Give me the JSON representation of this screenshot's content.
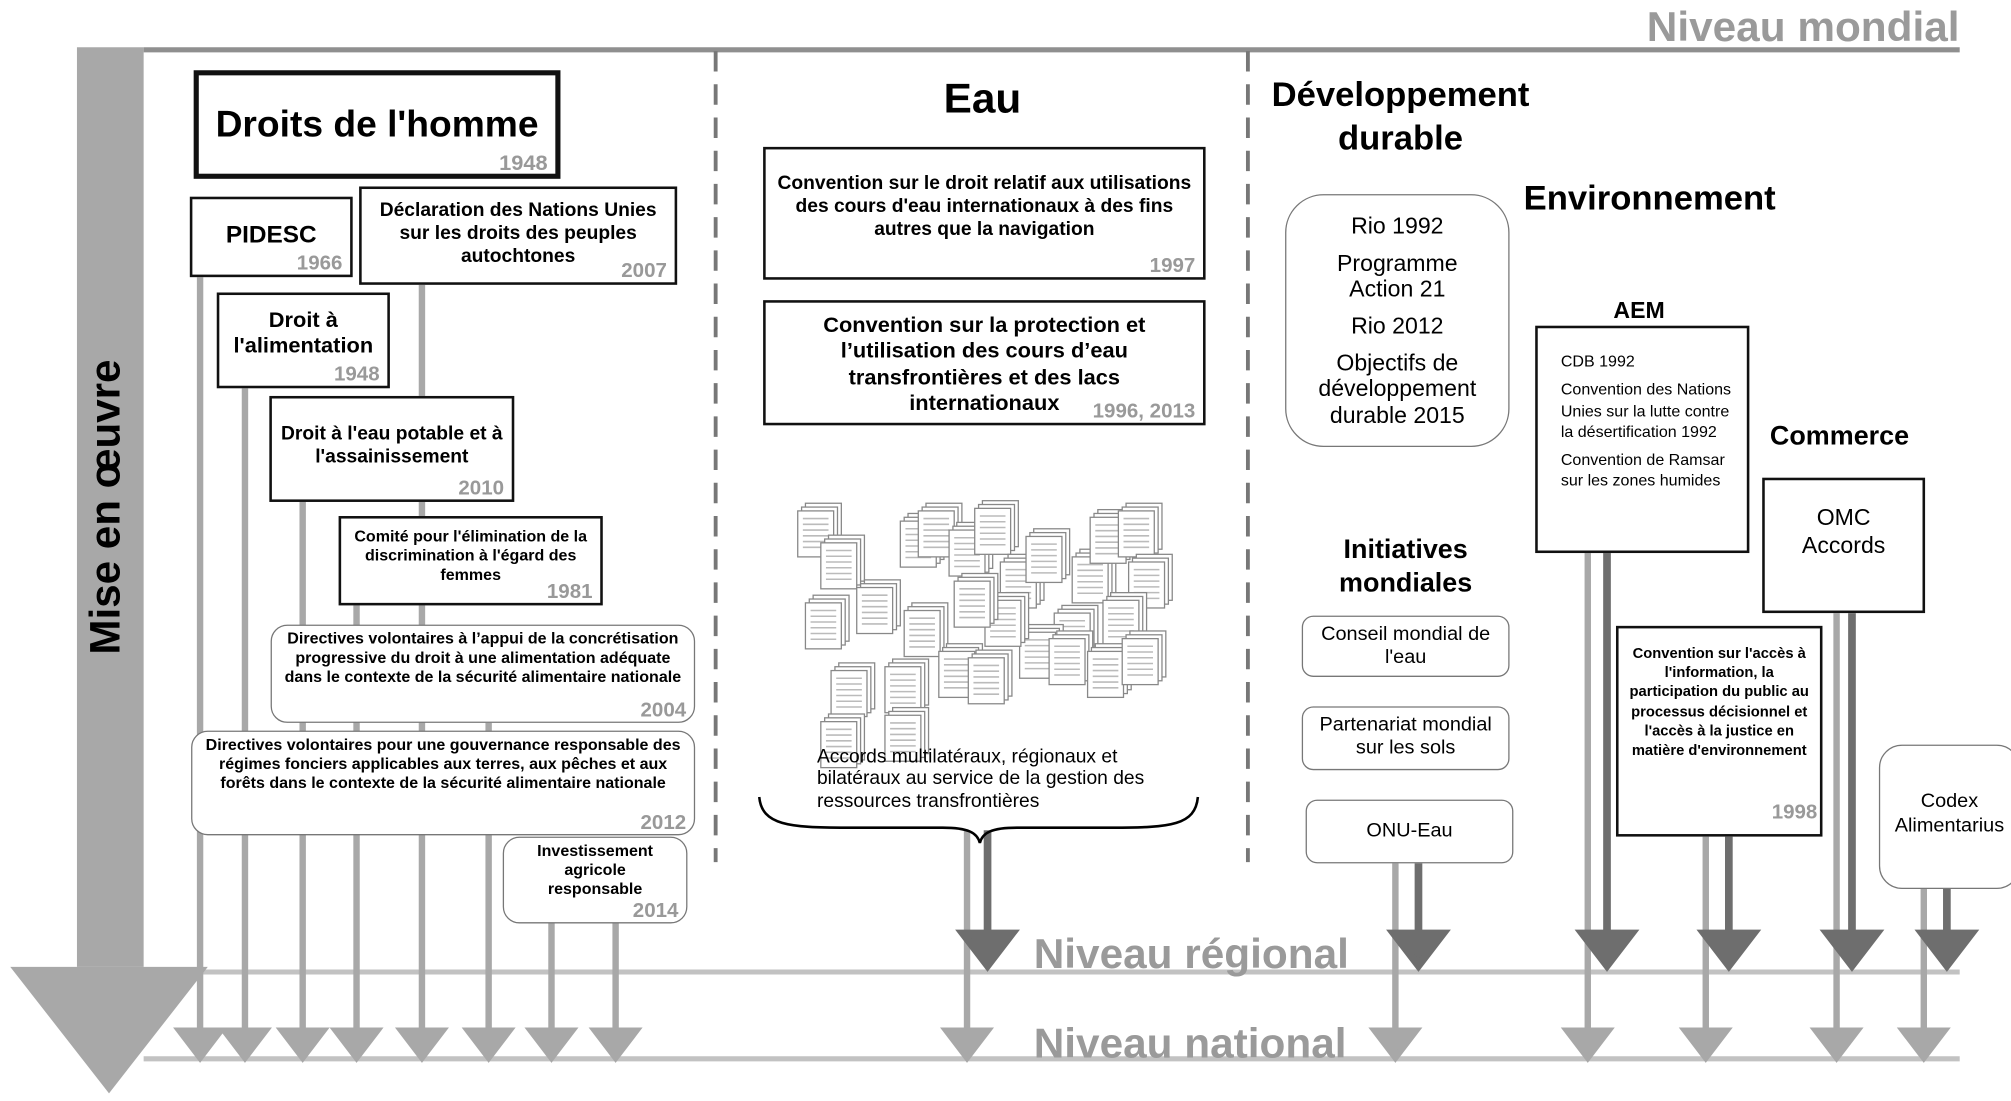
{
  "levels": {
    "mondial": "Niveau mondial",
    "regional": "Niveau régional",
    "national": "Niveau national"
  },
  "axis_label": "Mise en œuvre",
  "sections": {
    "droits": {
      "title": "Droits de l'homme",
      "year": "1948",
      "items": [
        {
          "title": "PIDESC",
          "year": "1966"
        },
        {
          "title": "Déclaration des Nations Unies sur les droits des peuples autochtones",
          "year": "2007"
        },
        {
          "title": "Droit à l'alimentation",
          "year": "1948"
        },
        {
          "title": "Droit à l'eau potable et à l'assainissement",
          "year": "2010"
        },
        {
          "title": "Comité pour l'élimination de la discrimination à l'égard des femmes",
          "year": "1981"
        },
        {
          "title": "Directives volontaires à l’appui de la concrétisation progressive du droit à une alimentation adéquate dans le contexte de la sécurité alimentaire nationale",
          "year": "2004"
        },
        {
          "title": "Directives volontaires pour une gouvernance responsable des régimes fonciers applicables aux terres, aux pêches et aux forêts dans le contexte de la sécurité alimentaire nationale",
          "year": "2012"
        },
        {
          "title": "Investissement agricole responsable",
          "year": "2014"
        }
      ]
    },
    "eau": {
      "title": "Eau",
      "items": [
        {
          "title": "Convention sur le droit relatif aux utilisations des cours d'eau internationaux à des fins autres que la navigation",
          "year": "1997"
        },
        {
          "title": "Convention sur la protection et l’utilisation des cours d’eau transfrontières et des lacs internationaux",
          "year": "1996, 2013"
        }
      ],
      "accords": "Accords multilatéraux, régionaux et bilatéraux au service de la gestion des ressources transfrontières",
      "documents_icon": "document-stack-icon"
    },
    "dev": {
      "title": "Développement durable",
      "rio": [
        "Rio 1992",
        "Programme Action 21",
        "Rio 2012",
        "Objectifs de développement durable 2015"
      ],
      "initiatives_title": "Initiatives mondiales",
      "initiatives": [
        "Conseil mondial de l'eau",
        "Partenariat mondial sur les sols",
        "ONU-Eau"
      ]
    },
    "env": {
      "title": "Environnement",
      "aem_title": "AEM",
      "aem": [
        "CDB 1992",
        "Convention des Nations Unies sur la lutte contre la désertification 1992",
        "Convention de Ramsar sur les zones humides"
      ],
      "aarhus": "Convention sur l'accès à l'information, la participation du public au processus décisionnel et l'accès à la justice en matière d'environnement",
      "aarhus_year": "1998"
    },
    "commerce": {
      "title": "Commerce",
      "omc": "OMC Accords",
      "codex": "Codex Alimentarius"
    }
  },
  "colors": {
    "arrow_gray": "#a8a8a8",
    "dark_arrow": "#6e6e6e",
    "level_text": "#9a9a9a"
  }
}
